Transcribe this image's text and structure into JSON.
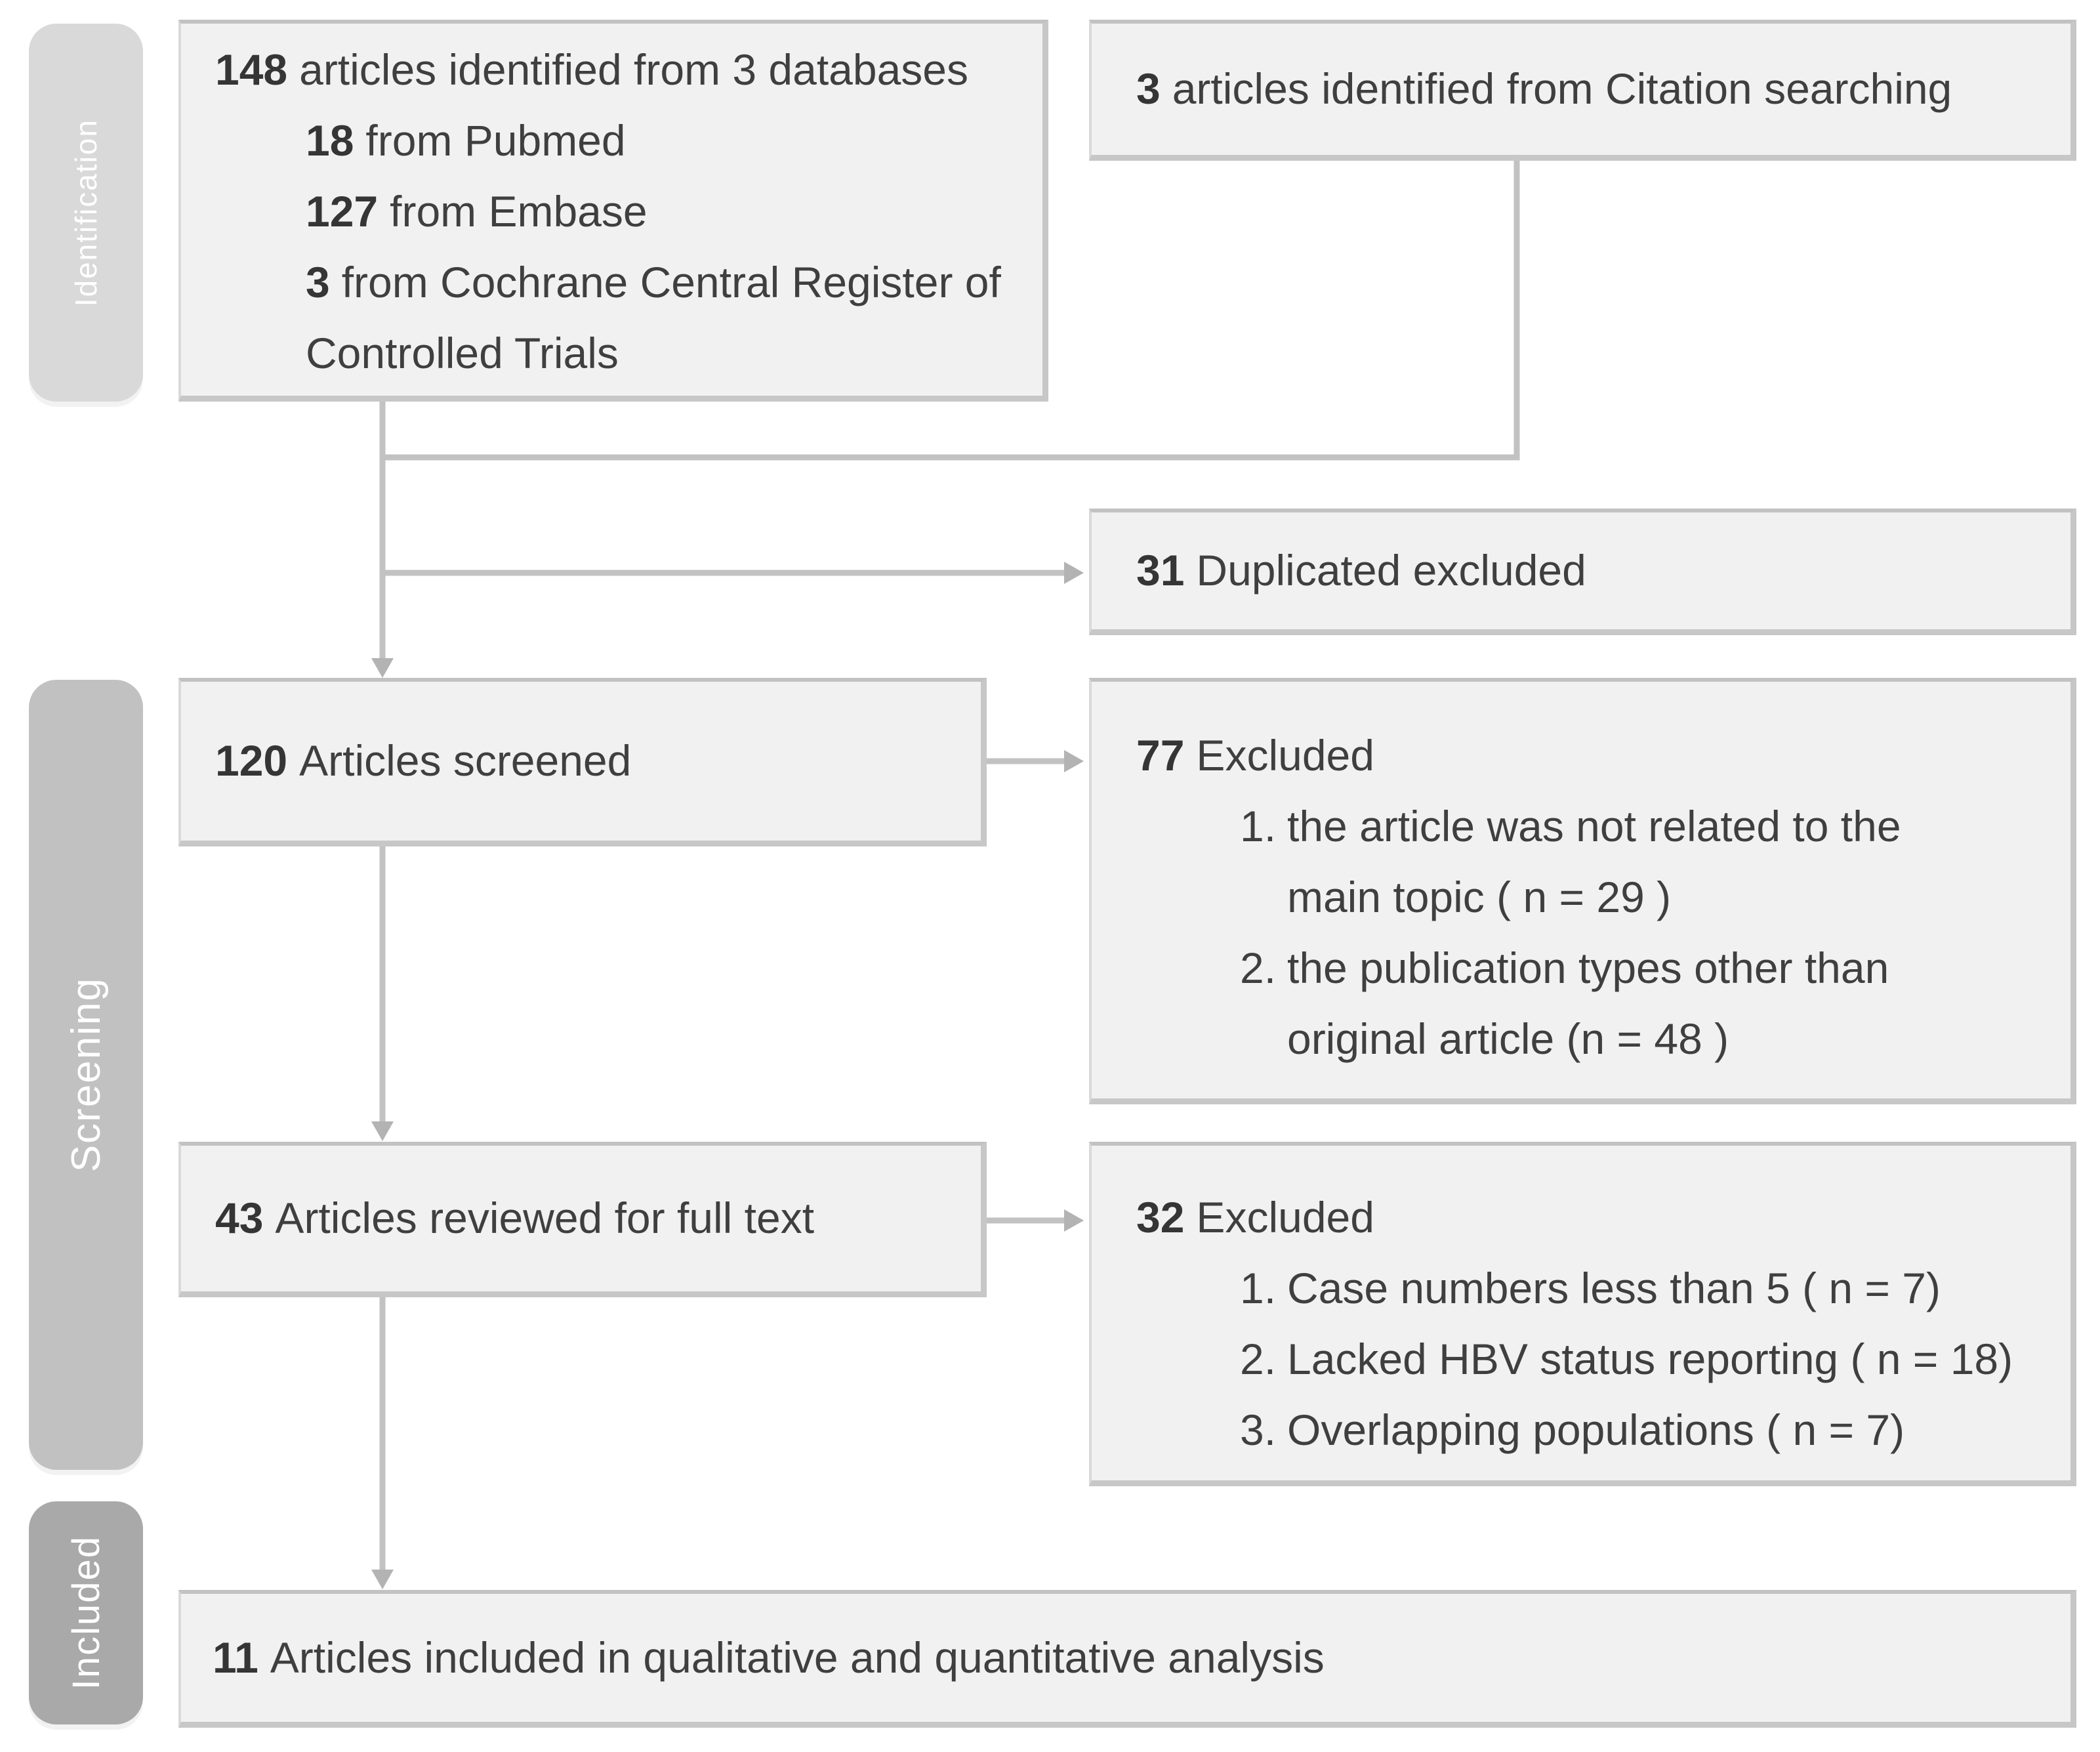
{
  "figure": {
    "type": "prisma-flow-diagram",
    "stage_colors": {
      "identification": "#d9d9d9",
      "screening": "#c1c1c1",
      "included": "#a9a9a9"
    },
    "box_fill": "#f1f1f1",
    "connector_color": "#c2c2c2"
  },
  "sidebar": [
    {
      "label": "Identification"
    },
    {
      "label": "Screening"
    },
    {
      "label": "Included"
    }
  ],
  "boxes": {
    "identified": {
      "num": "148",
      "text": "articles identified from 3 databases",
      "sources": [
        {
          "num": "18",
          "text": "from Pubmed"
        },
        {
          "num": "127",
          "text": "from Embase"
        },
        {
          "num": "3",
          "text": "from Cochrane Central Register of",
          "text2": "Controlled Trials"
        }
      ]
    },
    "citation": {
      "num": "3",
      "text": "articles identified from Citation searching"
    },
    "duplicates": {
      "num": "31",
      "text": "Duplicated excluded"
    },
    "screened": {
      "num": "120",
      "text": "Articles screened"
    },
    "excluded_screening": {
      "num": "77",
      "text": "Excluded",
      "items": [
        {
          "marker": "1.",
          "line1": "the article was not related to the",
          "line2": "main topic ( n = 29 )"
        },
        {
          "marker": "2.",
          "line1": "the publication types other than",
          "line2": "original article (n = 48 )"
        }
      ]
    },
    "fulltext": {
      "num": "43",
      "text": "Articles reviewed for full text"
    },
    "excluded_fulltext": {
      "num": "32",
      "text": "Excluded",
      "items": [
        {
          "marker": "1.",
          "line1": "Case numbers less than 5 ( n = 7)"
        },
        {
          "marker": "2.",
          "line1": "Lacked HBV status reporting ( n = 18)"
        },
        {
          "marker": "3.",
          "line1": "Overlapping populations ( n = 7)"
        }
      ]
    },
    "included": {
      "num": "11",
      "text": "Articles included in qualitative and quantitative analysis"
    }
  }
}
